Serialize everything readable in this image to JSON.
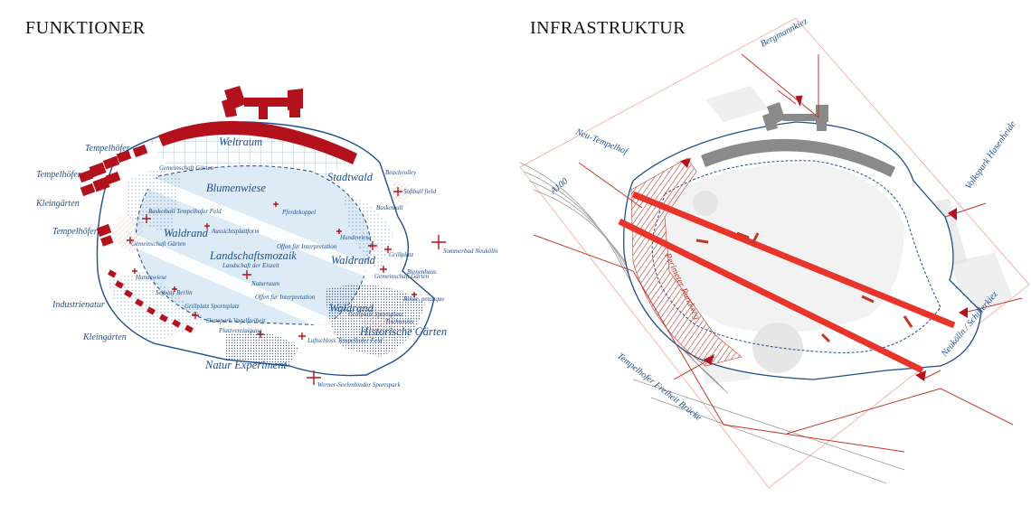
{
  "panels": {
    "left": {
      "title": "FUNKTIONER"
    },
    "right": {
      "title": "INFRASTRUKTUR"
    }
  },
  "colors": {
    "blue": "#1f4e8f",
    "red": "#b3121c",
    "light_red": "#e8342a",
    "sky": "#dcebf5",
    "grey": "#8a8a8a"
  },
  "funktioner": {
    "large_labels": {
      "weltraum": "Weltraum",
      "blumenwiese": "Blumenwiese",
      "stadtwald": "Stadtwald",
      "waldrand_1": "Waldrand",
      "landschaftsmozaik": "Landschaftsmozaik",
      "waldrand_2": "Waldrand",
      "waldrand_3": "Waldrand",
      "historische_gaerten": "Historische Gärten",
      "natur_experiment": "Natur Experiment"
    },
    "outer_labels": {
      "tempelhof_1": "Tempelhöfer",
      "tempelhof_2": "Tempelhöfer",
      "kleingaerten_1": "Kleingärten",
      "tempelhof_3": "Tempelhöfer",
      "industrienatur": "Industrienatur",
      "kleingaerten_2": "Kleingärten"
    },
    "small_labels": {
      "gemeinschaft_1": "Gemeinschaft Gärten",
      "beachvolley": "Beachvolley",
      "softball": "Softball field",
      "basketball_1": "Basketball",
      "basketball_2": "Basketball Tempelhofer Feld",
      "pferdekoppel": "Pferdekoppel",
      "aussicht": "Aussichtsplattform",
      "gemeinschaft_2": "Gemeinschaft Gärten",
      "landschaft_eiszeit": "Landschaft der Eiszeit",
      "offen_1": "Offen für Interpretation",
      "hundewiese_1": "Hundewiese",
      "grillplatz_1": "Grillplatz",
      "sommerbad": "Sommerbad Neukölln",
      "hundewiese_2": "Hundewiese",
      "naturraum": "Naturraum",
      "gemeinschaft_3": "Gemeinschaft Gärten",
      "bienenhaus": "Bienenhaus",
      "segway": "Segway Berlin",
      "offen_2": "Offen für Interpretation",
      "boule": "Boule, petanque",
      "grillplatz_2": "Grillplatz Sportsplatz",
      "grillplatz_3": "Grillplatz Sportsplatz",
      "skatepark": "Skatepark Vogelfreiheit",
      "platzverein": "Platzvereinigung",
      "tischtennis": "Tischtennis",
      "luftschloss": "Luftschloss Tempelhofer Feld",
      "werner": "Werner-Seelenbinder Sportspark"
    }
  },
  "infrastruktur": {
    "labels": {
      "bergmannkiez": "Bergmannkiez",
      "neu_tempelhof": "Neu-Tempelhof",
      "volkspark": "Volkspark Hasenheide",
      "a100": "A100",
      "perimeter": "Perimeter Rundweg",
      "neukoelln": "Neukölln / Schillerkiez",
      "bruecke": "Tempelhofer Freiheit Brücke"
    }
  }
}
